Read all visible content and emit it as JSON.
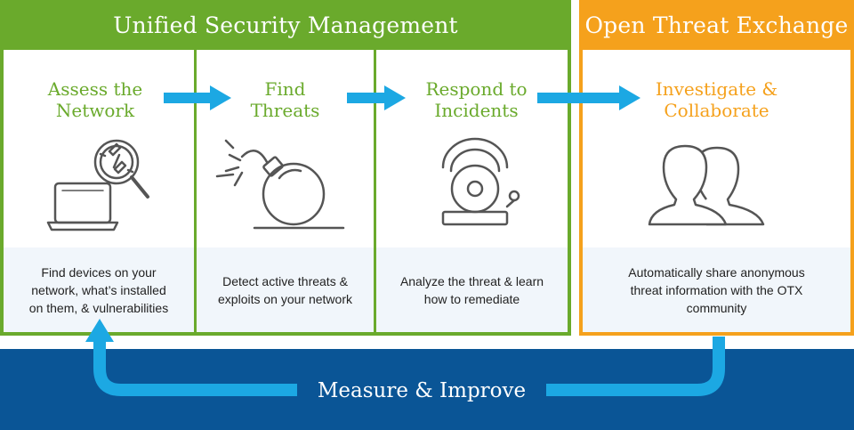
{
  "headers": {
    "usm": "Unified Security Management",
    "otx": "Open Threat Exchange"
  },
  "panels": [
    {
      "title_lines": [
        "Assess the",
        "Network"
      ],
      "icon": "laptop-magnifier-icon",
      "desc_lines": [
        "Find devices on your",
        "network, what’s installed",
        "on them, & vulnerabilities"
      ]
    },
    {
      "title_lines": [
        "Find",
        "Threats"
      ],
      "icon": "bomb-icon",
      "desc_lines": [
        "Detect active threats &",
        "exploits on your network"
      ]
    },
    {
      "title_lines": [
        "Respond to",
        "Incidents"
      ],
      "icon": "alarm-bell-icon",
      "desc_lines": [
        "Analyze the threat & learn",
        "how to remediate"
      ]
    },
    {
      "title_lines": [
        "Investigate &",
        "Collaborate"
      ],
      "icon": "people-icon",
      "desc_lines": [
        "Automatically share anonymous",
        "threat information with the OTX",
        "community"
      ]
    }
  ],
  "footer": {
    "label": "Measure & Improve"
  },
  "colors": {
    "green": "#6aaa2c",
    "orange": "#f5a11c",
    "blue_bar": "#0a5596",
    "arrow": "#1ca8e3",
    "desc_bg": "#f1f6fb",
    "icon_gray": "#555555"
  }
}
